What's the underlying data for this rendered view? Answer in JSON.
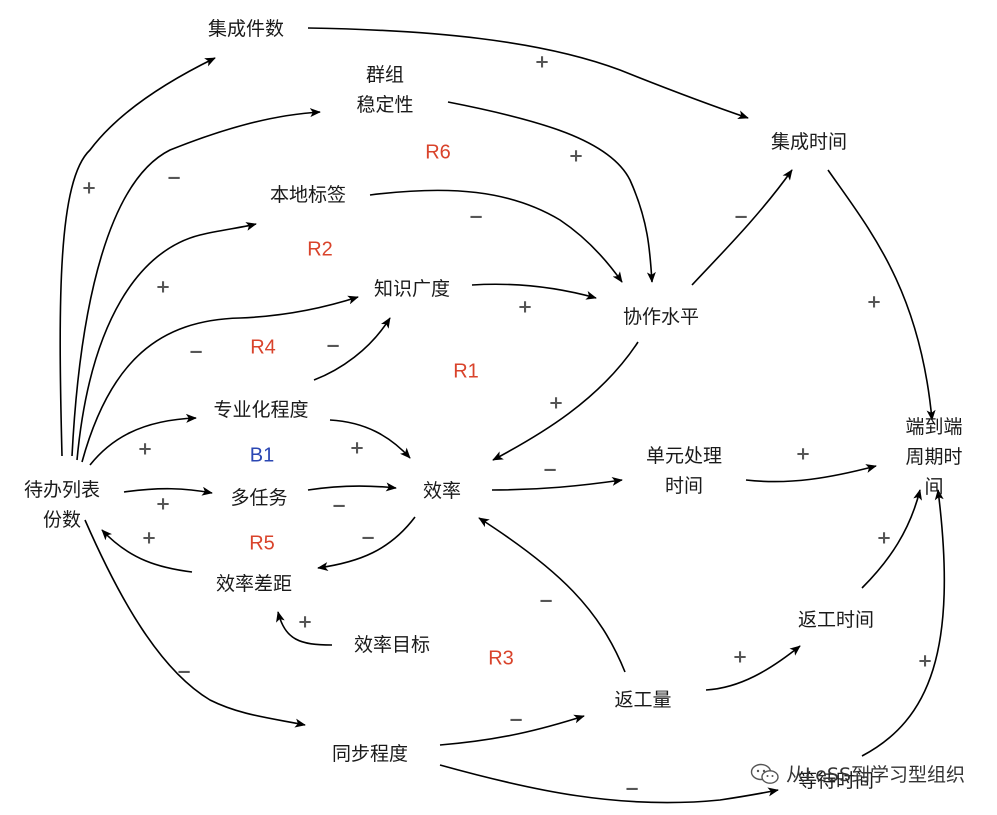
{
  "diagram": {
    "colors": {
      "reinforcing": "#d9432b",
      "balancing": "#2b47b3",
      "arrow": "#000000"
    },
    "nodes": {
      "backlog": "待办列表\n份数",
      "integration_count": "集成件数",
      "group_stability": "群组\n稳定性",
      "local_labels": "本地标签",
      "knowledge_breadth": "知识广度",
      "specialization": "专业化程度",
      "multitasking": "多任务",
      "efficiency_gap": "效率差距",
      "efficiency_target": "效率目标",
      "efficiency": "效率",
      "collaboration": "协作水平",
      "integration_time": "集成时间",
      "unit_processing_time": "单元处理\n时间",
      "end_to_end_time": "端到端\n周期时间",
      "rework_time": "返工时间",
      "rework_amount": "返工量",
      "sync_level": "同步程度",
      "wait_time": "等待时间"
    },
    "loops": [
      {
        "id": "r6",
        "label": "R6",
        "kind": "reinforcing"
      },
      {
        "id": "r2",
        "label": "R2",
        "kind": "reinforcing"
      },
      {
        "id": "r4",
        "label": "R4",
        "kind": "reinforcing"
      },
      {
        "id": "r1",
        "label": "R1",
        "kind": "reinforcing"
      },
      {
        "id": "b1",
        "label": "B1",
        "kind": "balancing"
      },
      {
        "id": "r5",
        "label": "R5",
        "kind": "reinforcing"
      },
      {
        "id": "r3",
        "label": "R3",
        "kind": "reinforcing"
      }
    ],
    "links": [
      {
        "id": "backlog-integration_count",
        "from": "backlog",
        "to": "integration_count",
        "polarity": "+"
      },
      {
        "id": "backlog-group_stability",
        "from": "backlog",
        "to": "group_stability",
        "polarity": "−"
      },
      {
        "id": "backlog-local_labels",
        "from": "backlog",
        "to": "local_labels",
        "polarity": "+"
      },
      {
        "id": "backlog-knowledge_breadth",
        "from": "backlog",
        "to": "knowledge_breadth",
        "polarity": "−"
      },
      {
        "id": "backlog-specialization",
        "from": "backlog",
        "to": "specialization",
        "polarity": "+"
      },
      {
        "id": "backlog-multitasking",
        "from": "backlog",
        "to": "multitasking",
        "polarity": "+"
      },
      {
        "id": "backlog-sync_level",
        "from": "backlog",
        "to": "sync_level",
        "polarity": "−"
      },
      {
        "id": "efficiency_gap-backlog",
        "from": "efficiency_gap",
        "to": "backlog",
        "polarity": "+"
      },
      {
        "id": "integration_count-integration_time",
        "from": "integration_count",
        "to": "integration_time",
        "polarity": "+"
      },
      {
        "id": "group_stability-collaboration",
        "from": "group_stability",
        "to": "collaboration",
        "polarity": "+"
      },
      {
        "id": "local_labels-collaboration",
        "from": "local_labels",
        "to": "collaboration",
        "polarity": "−"
      },
      {
        "id": "knowledge_breadth-collaboration",
        "from": "knowledge_breadth",
        "to": "collaboration",
        "polarity": "+"
      },
      {
        "id": "specialization-knowledge_breadth",
        "from": "specialization",
        "to": "knowledge_breadth",
        "polarity": "−"
      },
      {
        "id": "specialization-efficiency",
        "from": "specialization",
        "to": "efficiency",
        "polarity": "+"
      },
      {
        "id": "multitasking-efficiency",
        "from": "multitasking",
        "to": "efficiency",
        "polarity": "−"
      },
      {
        "id": "collaboration-integration_time",
        "from": "collaboration",
        "to": "integration_time",
        "polarity": "−"
      },
      {
        "id": "collaboration-efficiency",
        "from": "collaboration",
        "to": "efficiency",
        "polarity": "+"
      },
      {
        "id": "efficiency-unit_processing_time",
        "from": "efficiency",
        "to": "unit_processing_time",
        "polarity": "−"
      },
      {
        "id": "efficiency-efficiency_gap",
        "from": "efficiency",
        "to": "efficiency_gap",
        "polarity": "−"
      },
      {
        "id": "efficiency_target-efficiency_gap",
        "from": "efficiency_target",
        "to": "efficiency_gap",
        "polarity": "+"
      },
      {
        "id": "integration_time-end_to_end_time",
        "from": "integration_time",
        "to": "end_to_end_time",
        "polarity": "+"
      },
      {
        "id": "unit_processing_time-end_to_end_time",
        "from": "unit_processing_time",
        "to": "end_to_end_time",
        "polarity": "+"
      },
      {
        "id": "rework_time-end_to_end_time",
        "from": "rework_time",
        "to": "end_to_end_time",
        "polarity": "+"
      },
      {
        "id": "wait_time-end_to_end_time",
        "from": "wait_time",
        "to": "end_to_end_time",
        "polarity": "+"
      },
      {
        "id": "rework_amount-rework_time",
        "from": "rework_amount",
        "to": "rework_time",
        "polarity": "+"
      },
      {
        "id": "rework_amount-efficiency",
        "from": "rework_amount",
        "to": "efficiency",
        "polarity": "−"
      },
      {
        "id": "sync_level-rework_amount",
        "from": "sync_level",
        "to": "rework_amount",
        "polarity": "−"
      },
      {
        "id": "sync_level-wait_time",
        "from": "sync_level",
        "to": "wait_time",
        "polarity": "−"
      }
    ]
  },
  "watermark": {
    "icon": "wechat-icon",
    "text": "从LeSS到学习型组织"
  }
}
